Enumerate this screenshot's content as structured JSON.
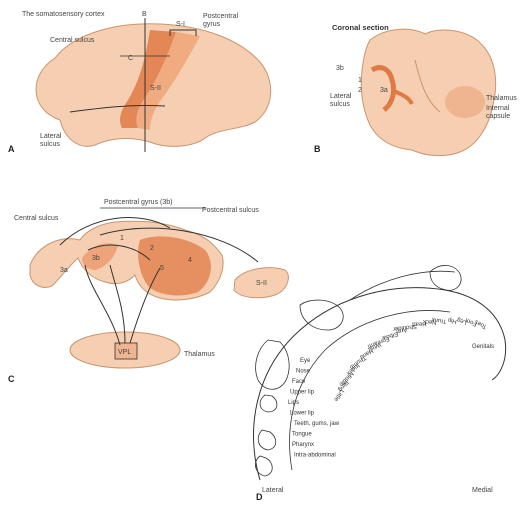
{
  "panel_a": {
    "letter": "A",
    "title": "The somatosensory cortex",
    "labels": {
      "central_sulcus": "Central sulcus",
      "si": "S-I",
      "postcentral": "Postcentral\ngyrus",
      "sii": "S-II",
      "lateral_sulcus": "Lateral\nsulcus",
      "b_marker": "B",
      "c_marker": "C"
    }
  },
  "panel_b": {
    "letter": "B",
    "title": "Coronal section",
    "labels": {
      "area_3b": "3b",
      "area_1": "1",
      "area_2": "2",
      "area_3a": "3a",
      "lateral_sulcus": "Lateral\nsulcus",
      "thalamus": "Thalamus",
      "internal_capsule": "Internal\ncapsule"
    }
  },
  "panel_c": {
    "letter": "C",
    "labels": {
      "postcentral_gyrus": "Postcentral gyrus (3b)",
      "central_sulcus": "Central sulcus",
      "postcentral_sulcus": "Postcentral sulcus",
      "area_3b": "3b",
      "area_3a": "3a",
      "area_1": "1",
      "area_2": "2",
      "area_4": "4",
      "area_5": "5",
      "s2": "S-II",
      "thalamus": "Thalamus",
      "vpl": "VPL"
    }
  },
  "panel_d": {
    "letter": "D",
    "lateral": "Lateral",
    "medial": "Medial",
    "body_parts_left": [
      "Eye",
      "Nose",
      "Face",
      "Upper lip",
      "Lips",
      "Lower lip",
      "Teeth, gums, jaw",
      "Tongue",
      "Pharynx",
      "Intra-abdominal"
    ],
    "body_parts_arc": [
      "Little",
      "Ring",
      "Middle",
      "Index",
      "Thumb",
      "Hand",
      "Wrist",
      "Forearm",
      "Elbow",
      "Arm",
      "Shoulder",
      "Head",
      "Neck",
      "Trunk",
      "Hip",
      "Leg",
      "Foot",
      "Toes"
    ],
    "genitals": "Genitals"
  },
  "colors": {
    "skin": "#f6cfb2",
    "skin_dark": "#eeb590",
    "accent": "#e07a45",
    "accent_light": "#eea478",
    "brain_outline": "#c9956f"
  }
}
